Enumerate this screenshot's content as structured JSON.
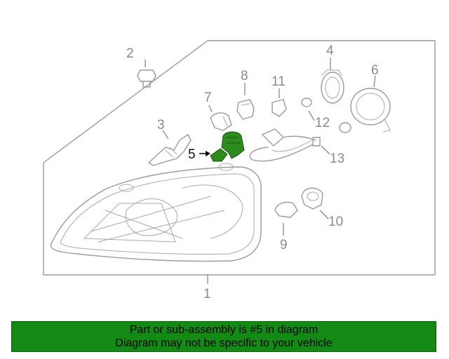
{
  "callouts": {
    "c1": "1",
    "c2": "2",
    "c3": "3",
    "c4": "4",
    "c5": "5",
    "c6": "6",
    "c7": "7",
    "c8": "8",
    "c9": "9",
    "c10": "10",
    "c11": "11",
    "c12": "12",
    "c13": "13"
  },
  "highlight": {
    "part_number": "5",
    "color": "#2e8b1e"
  },
  "banner": {
    "line1": "Part or sub-assembly is #5 in diagram",
    "line2": "Diagram may not be specific to your vehicle",
    "color": "#138a13"
  }
}
